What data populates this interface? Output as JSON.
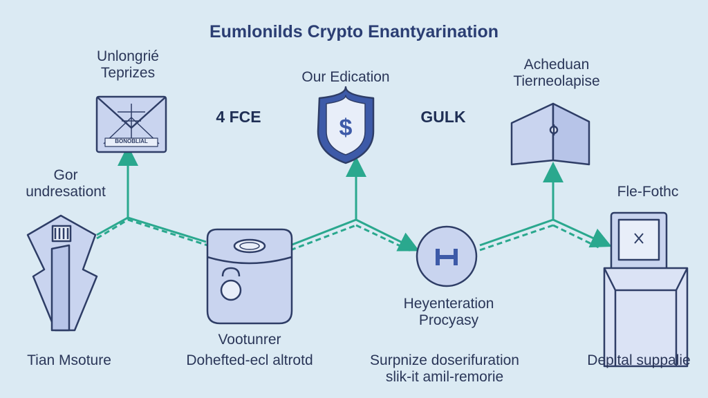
{
  "title": "Eumlonilds Crypto Enantyarination",
  "labels": {
    "top_left": "Unlongrié\nTeprizes",
    "center_top": "Our Edication",
    "top_right": "Acheduan\nTierneolapise",
    "mid_a": "4 FCE",
    "mid_b": "GULK",
    "left_mid": "Gor\nundresationt",
    "right_mid": "Fle-Fothc",
    "center_right": "Heyenteration\nProcyasy",
    "center_bottom_title": "Vootunrer",
    "bottom_left": "Tian Msoture",
    "bottom_center": "Dohefted-ecl altrotd",
    "bottom_right_center": "Surpnize doserifuration\nslik-it amil-remorie",
    "bottom_right": "Depital suppalie",
    "envelope_text": "BONOBLIAL"
  },
  "icons": {
    "left_building": "building-icon",
    "envelope": "envelope-icon",
    "safe": "safe-lock-icon",
    "shield": "shield-dollar-icon",
    "circle": "circle-h-icon",
    "wallet": "wallet-icon",
    "document_box": "document-box-icon"
  },
  "colors": {
    "background": "#dbeaf3",
    "arrow": "#2aa88e",
    "icon_fill": "#c9d4ef",
    "icon_stroke": "#2e3d66",
    "title": "#2b3e73"
  }
}
